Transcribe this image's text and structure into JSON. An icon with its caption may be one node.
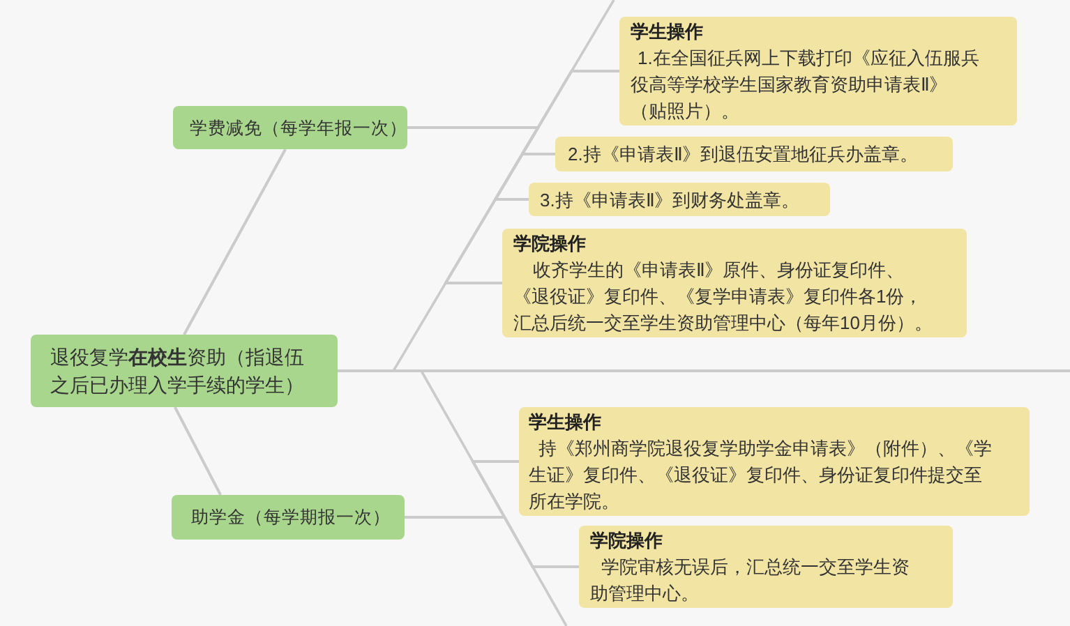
{
  "diagram": {
    "nodes": [
      {
        "text": [
          "退役复学**在校生**资助（指退伍之后已办理入学手续的学生）"
        ]
      },
      {
        "text": [
          "学费减免（每学年报一次）"
        ]
      },
      {
        "text": [
          "学生操作",
          "1.在全国征兵网上下载打印《应征入伍服兵役高等学校学生国家教育资助申请表Ⅱ》（贴照片）。"
        ]
      },
      {
        "text": [
          "2.持《申请表Ⅱ》到退伍安置地征兵办盖章。"
        ]
      },
      {
        "text": [
          "3.持《申请表Ⅱ》到财务处盖章。"
        ]
      },
      {
        "text": [
          "学院操作",
          "收齐学生的《申请表Ⅱ》原件、身份证复印件、《退役证》复印件、《复学申请表》复印件各1份，汇总后统一交至学生资助管理中心（每年10月份）。"
        ]
      },
      {
        "text": [
          "助学金（每学期报一次）"
        ]
      },
      {
        "text": [
          "学生操作",
          "持《郑州商学院退役复学助学金申请表》（附件）、《学生证》复印件、《退役证》复印件、身份证复印件提交至所在学院。"
        ]
      },
      {
        "text": [
          "学院操作",
          "学院审核无误后，汇总统一交至学生资助管理中心。"
        ]
      }
    ],
    "edges": [
      {
        "from": 0,
        "to": 1,
        "arrow": "none"
      },
      {
        "from": 1,
        "to": 2,
        "arrow": "none"
      },
      {
        "from": 1,
        "to": 3,
        "arrow": "none"
      },
      {
        "from": 1,
        "to": 4,
        "arrow": "none"
      },
      {
        "from": 1,
        "to": 5,
        "arrow": "none"
      },
      {
        "from": 0,
        "to": 6,
        "arrow": "none"
      },
      {
        "from": 6,
        "to": 7,
        "arrow": "none"
      },
      {
        "from": 6,
        "to": 8,
        "arrow": "none"
      },
      {
        "from": 0,
        "to": null,
        "arrow": "none"
      }
    ]
  }
}
